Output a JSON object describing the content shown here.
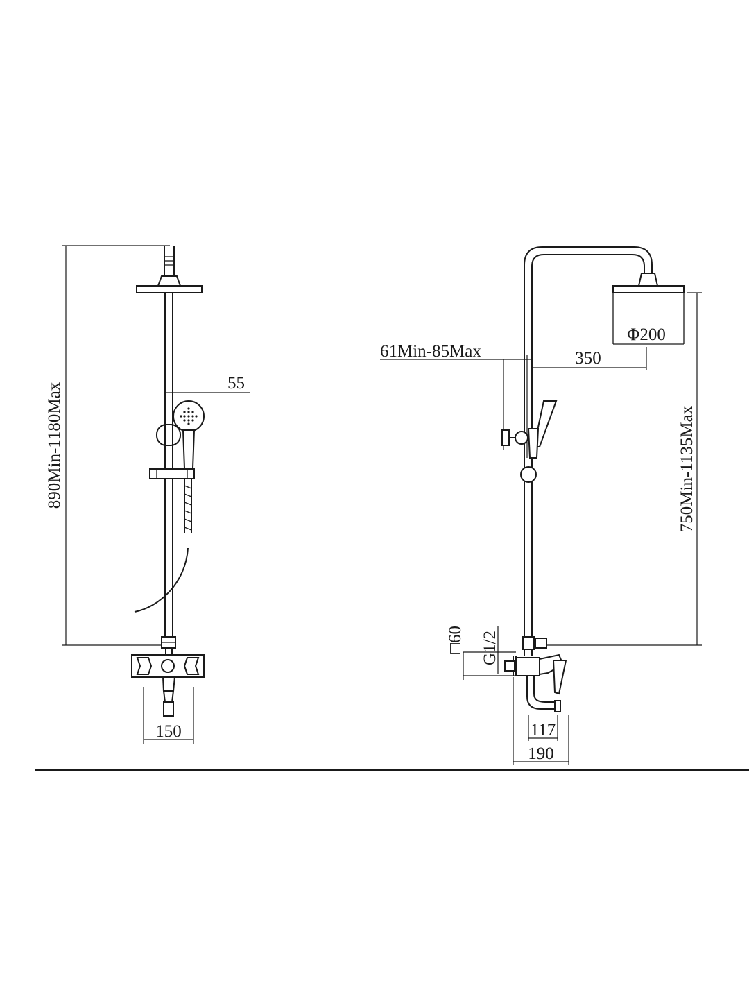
{
  "front_view": {
    "height_range": "890Min-1180Max",
    "handshower_offset": "55",
    "mixer_width": "150"
  },
  "side_view": {
    "arm_adjust_range": "61Min-85Max",
    "arm_length": "350",
    "head_diameter": "Φ200",
    "head_height_range": "750Min-1135Max",
    "flange_size": "□60",
    "inlet_thread": "G1/2",
    "spout_reach": "117",
    "total_depth": "190"
  },
  "colors": {
    "line": "#1a1a1a",
    "background": "#ffffff"
  }
}
